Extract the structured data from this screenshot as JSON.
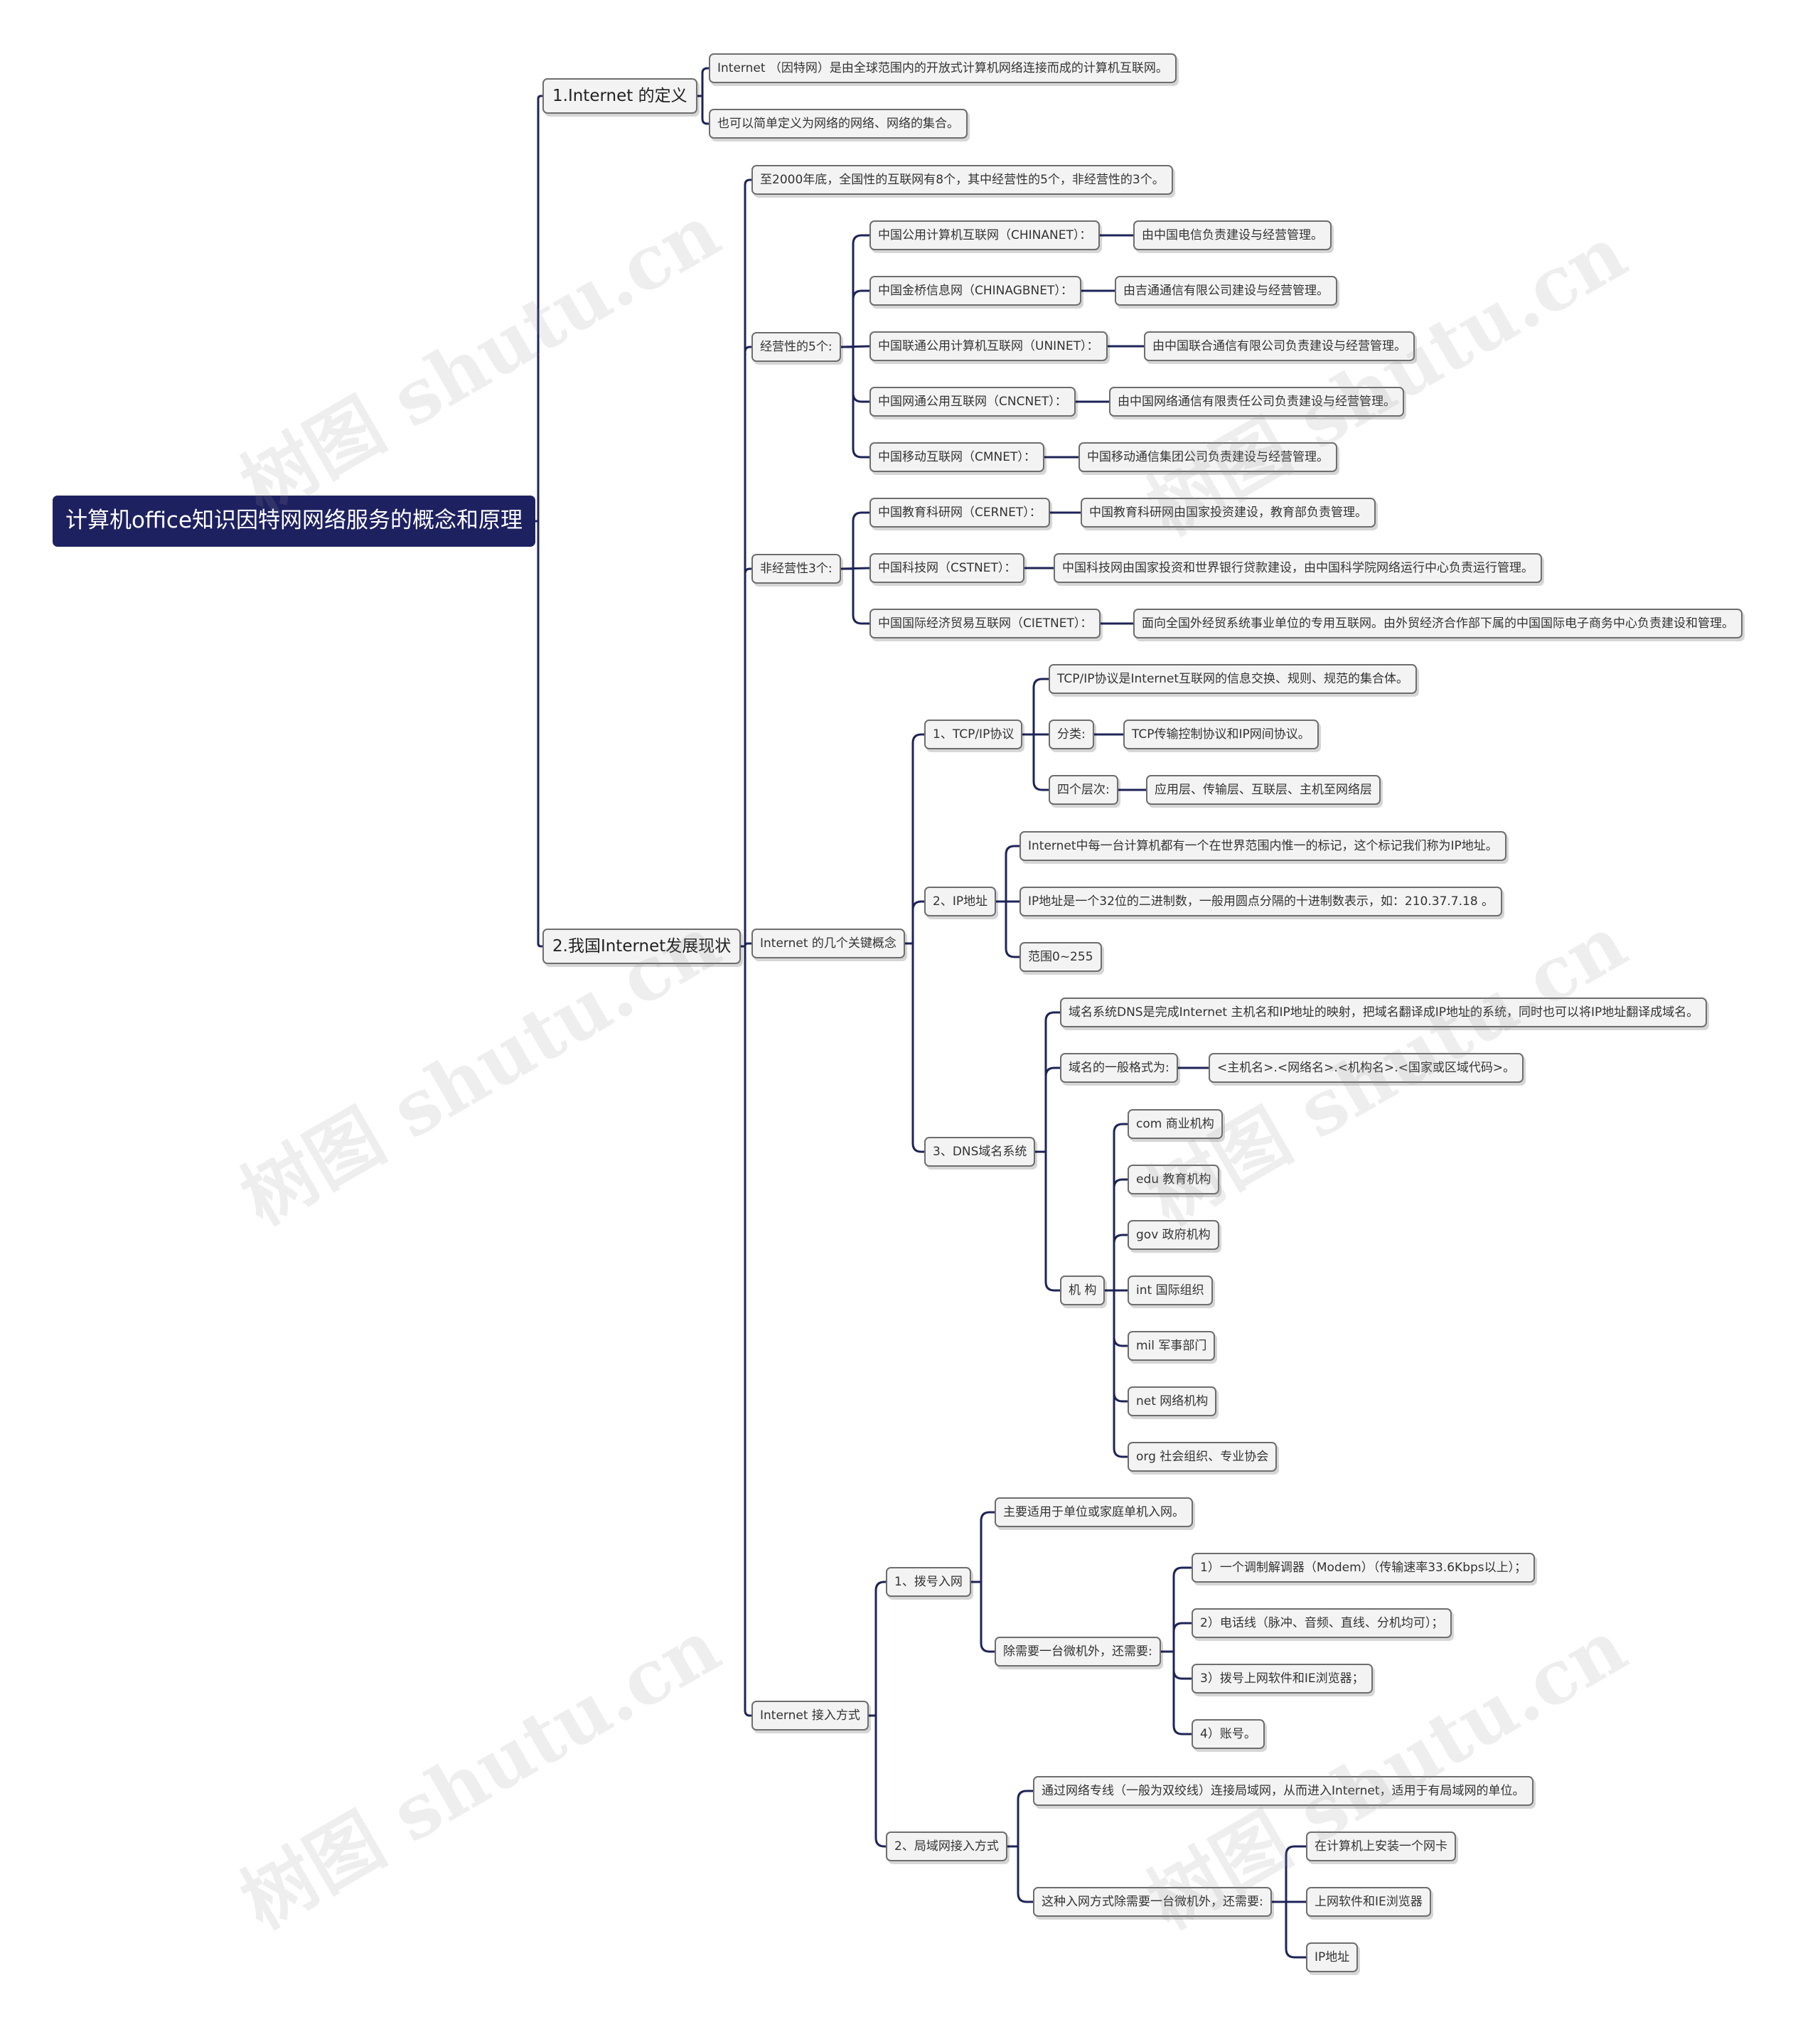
{
  "watermark": "树图 shutu.cn",
  "colors": {
    "line": "#1e2457",
    "root_bg": "#1e2160",
    "node_bg": "#f3f3f3",
    "node_border": "#6e6e6e"
  },
  "tree": {
    "label": "计算机office知识因特网网络服务的概念和原理",
    "children": [
      {
        "label": "1.Internet 的定义",
        "children": [
          {
            "label": "Internet （因特网）是由全球范围内的开放式计算机网络连接而成的计算机互联网。"
          },
          {
            "label": "也可以简单定义为网络的网络、网络的集合。"
          }
        ]
      },
      {
        "label": "2.我国Internet发展现状",
        "children": [
          {
            "label": "至2000年底，全国性的互联网有8个，其中经营性的5个，非经营性的3个。"
          },
          {
            "label": "经营性的5个:",
            "children": [
              {
                "label": "中国公用计算机互联网（CHINANET）：",
                "children": [
                  {
                    "label": "由中国电信负责建设与经营管理。"
                  }
                ]
              },
              {
                "label": "中国金桥信息网（CHINAGBNET）：",
                "children": [
                  {
                    "label": "由吉通通信有限公司建设与经营管理。"
                  }
                ]
              },
              {
                "label": "中国联通公用计算机互联网（UNINET）：",
                "children": [
                  {
                    "label": "由中国联合通信有限公司负责建设与经营管理。"
                  }
                ]
              },
              {
                "label": "中国网通公用互联网（CNCNET）：",
                "children": [
                  {
                    "label": "由中国网络通信有限责任公司负责建设与经营管理。"
                  }
                ]
              },
              {
                "label": "中国移动互联网（CMNET）：",
                "children": [
                  {
                    "label": "中国移动通信集团公司负责建设与经营管理。"
                  }
                ]
              }
            ]
          },
          {
            "label": "非经营性3个:",
            "children": [
              {
                "label": "中国教育科研网（CERNET）：",
                "children": [
                  {
                    "label": "中国教育科研网由国家投资建设，教育部负责管理。"
                  }
                ]
              },
              {
                "label": "中国科技网（CSTNET）：",
                "children": [
                  {
                    "label": "中国科技网由国家投资和世界银行贷款建设，由中国科学院网络运行中心负责运行管理。"
                  }
                ]
              },
              {
                "label": "中国国际经济贸易互联网（CIETNET）：",
                "children": [
                  {
                    "label": "面向全国外经贸系统事业单位的专用互联网。由外贸经济合作部下属的中国国际电子商务中心负责建设和管理。"
                  }
                ]
              }
            ]
          },
          {
            "label": "Internet 的几个关键概念",
            "children": [
              {
                "label": "1、TCP/IP协议",
                "children": [
                  {
                    "label": "TCP/IP协议是Internet互联网的信息交换、规则、规范的集合体。"
                  },
                  {
                    "label": "分类:",
                    "children": [
                      {
                        "label": "TCP传输控制协议和IP网间协议。"
                      }
                    ]
                  },
                  {
                    "label": "四个层次:",
                    "children": [
                      {
                        "label": "应用层、传输层、互联层、主机至网络层"
                      }
                    ]
                  }
                ]
              },
              {
                "label": "2、IP地址",
                "children": [
                  {
                    "label": "Internet中每一台计算机都有一个在世界范围内惟一的标记，这个标记我们称为IP地址。"
                  },
                  {
                    "label": "IP地址是一个32位的二进制数，一般用圆点分隔的十进制数表示，如：210.37.7.18 。"
                  },
                  {
                    "label": "范围0~255"
                  }
                ]
              },
              {
                "label": "3、DNS域名系统",
                "children": [
                  {
                    "label": "域名系统DNS是完成Internet 主机名和IP地址的映射，把域名翻译成IP地址的系统，同时也可以将IP地址翻译成域名。"
                  },
                  {
                    "label": "域名的一般格式为:",
                    "children": [
                      {
                        "label": "<主机名>.<网络名>.<机构名>.<国家或区域代码>。"
                      }
                    ]
                  },
                  {
                    "label": "机  构",
                    "children": [
                      {
                        "label": "com   商业机构"
                      },
                      {
                        "label": "edu   教育机构"
                      },
                      {
                        "label": "gov   政府机构"
                      },
                      {
                        "label": "int   国际组织"
                      },
                      {
                        "label": "mil   军事部门"
                      },
                      {
                        "label": "net   网络机构"
                      },
                      {
                        "label": "org   社会组织、专业协会"
                      }
                    ]
                  }
                ]
              }
            ]
          },
          {
            "label": "Internet 接入方式",
            "children": [
              {
                "label": "1、拨号入网",
                "children": [
                  {
                    "label": "主要适用于单位或家庭单机入网。"
                  },
                  {
                    "label": "除需要一台微机外，还需要:",
                    "children": [
                      {
                        "label": "1）一个调制解调器（Modem）（传输速率33.6Kbps以上）；"
                      },
                      {
                        "label": "2）电话线（脉冲、音频、直线、分机均可）；"
                      },
                      {
                        "label": "3）拨号上网软件和IE浏览器；"
                      },
                      {
                        "label": "4）账号。"
                      }
                    ]
                  }
                ]
              },
              {
                "label": "2、局域网接入方式",
                "children": [
                  {
                    "label": "通过网络专线（一般为双绞线）连接局域网，从而进入Internet，适用于有局域网的单位。"
                  },
                  {
                    "label": "这种入网方式除需要一台微机外，还需要:",
                    "children": [
                      {
                        "label": "在计算机上安装一个网卡"
                      },
                      {
                        "label": "上网软件和IE浏览器"
                      },
                      {
                        "label": "IP地址"
                      }
                    ]
                  }
                ]
              }
            ]
          }
        ]
      }
    ]
  }
}
